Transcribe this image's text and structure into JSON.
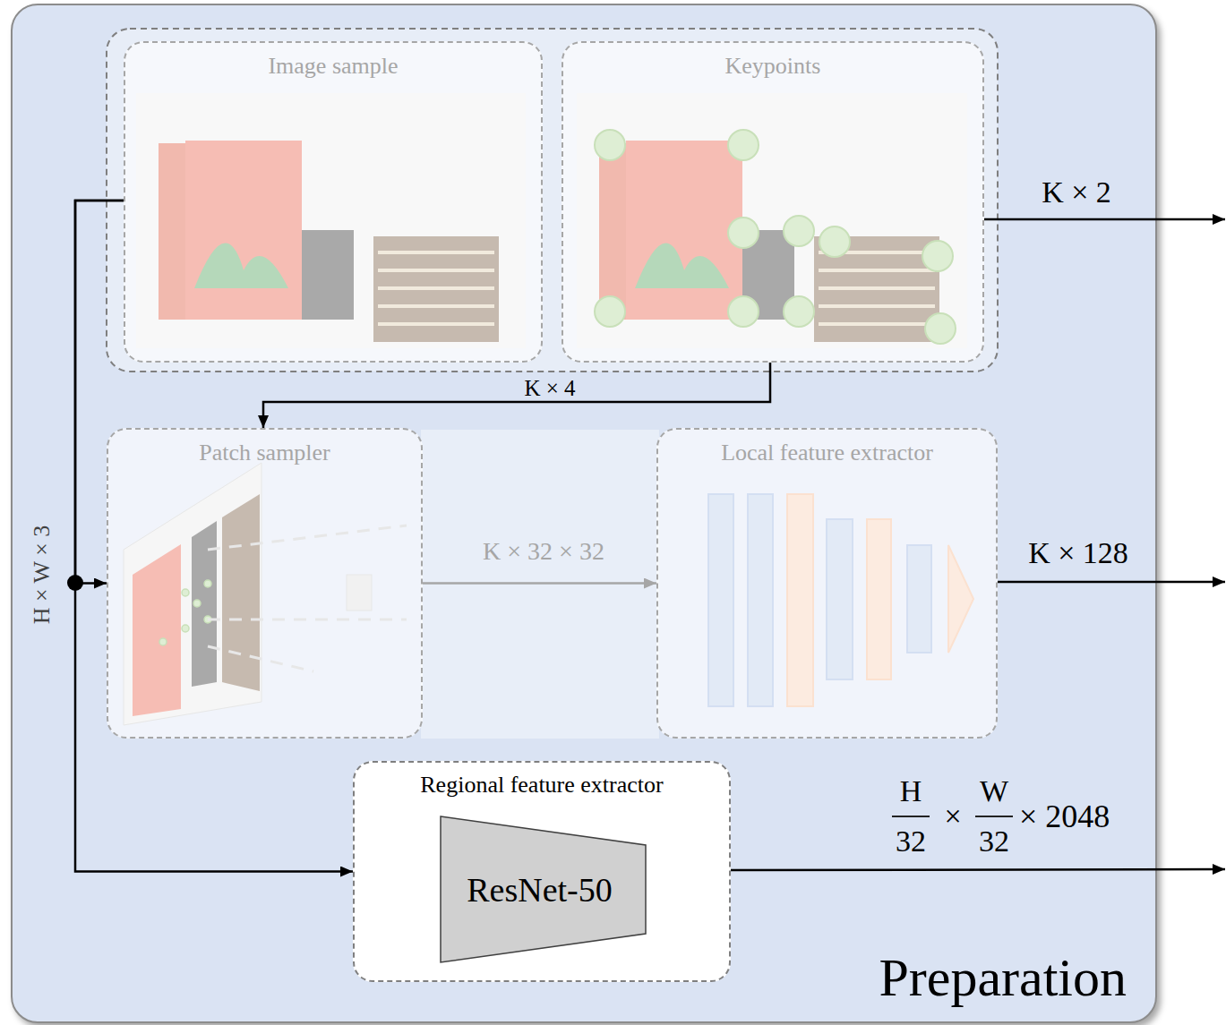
{
  "diagram": {
    "nodes": [
      {
        "text": [
          "Preparation"
        ]
      },
      {
        "text": [
          "Image sample"
        ],
        "in": 0
      },
      {
        "text": [
          "Keypoints"
        ],
        "in": 0
      },
      {
        "text": [
          "Patch sampler"
        ],
        "in": 0
      },
      {
        "text": [
          "Local feature extractor"
        ],
        "in": 0
      },
      {
        "text": [
          "Regional feature extractor"
        ],
        "in": 0
      },
      {
        "text": [
          "ResNet-50"
        ],
        "in": 5
      }
    ],
    "edges": [
      {
        "from": 1,
        "to": 3,
        "arrow": "to",
        "label": "H × W × 3"
      },
      {
        "from": 1,
        "to": 5,
        "arrow": "to"
      },
      {
        "from": 2,
        "to": 3,
        "arrow": "to",
        "label": "K × 4"
      },
      {
        "from": 3,
        "to": 4,
        "arrow": "to",
        "label": "K × 32 × 32"
      }
    ],
    "labels": [
      "K × 2",
      "K × 128",
      "H",
      "32",
      "×",
      "W",
      "32",
      "× 2048"
    ]
  }
}
